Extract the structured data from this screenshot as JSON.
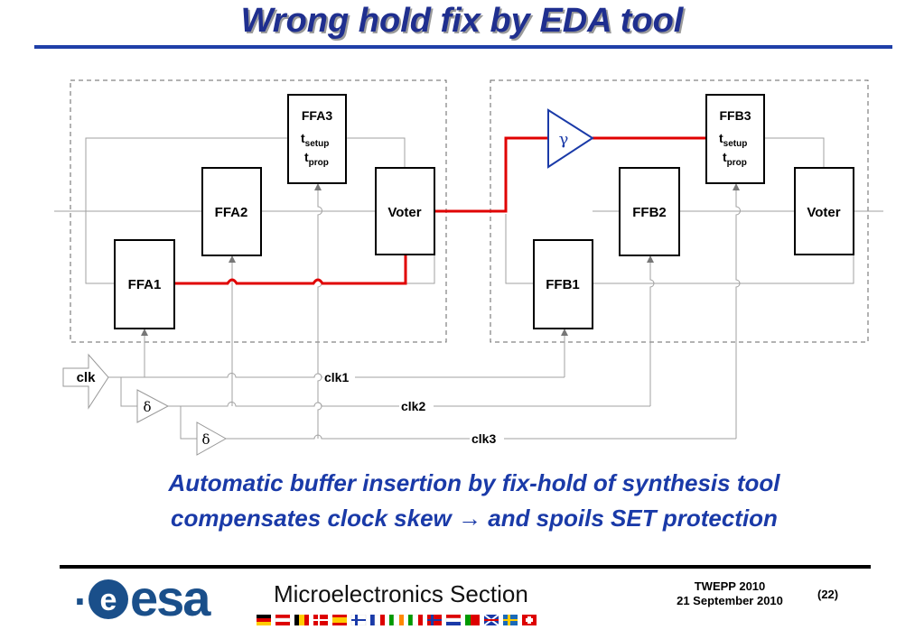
{
  "title": "Wrong hold fix by EDA tool",
  "blocks": {
    "ffa1": "FFA1",
    "ffa2": "FFA2",
    "ffa3": {
      "name": "FFA3",
      "t1": "t",
      "t1_sub": "setup",
      "t2": "t",
      "t2_sub": "prop"
    },
    "voter_a": "Voter",
    "ffb1": "FFB1",
    "ffb2": "FFB2",
    "ffb3": {
      "name": "FFB3",
      "t1": "t",
      "t1_sub": "setup",
      "t2": "t",
      "t2_sub": "prop"
    },
    "voter_b": "Voter"
  },
  "buffer_symbol": "γ",
  "delay_symbol": "δ",
  "clock": {
    "input": "clk",
    "clk1": "clk1",
    "clk2": "clk2",
    "clk3": "clk3"
  },
  "caption": {
    "line1": "Automatic buffer insertion by fix-hold of synthesis tool",
    "line2_a": "compensates clock skew",
    "arrow": "→",
    "line2_b": "and spoils SET protection"
  },
  "footer": {
    "logo_text": "esa",
    "section": "Microelectronics Section",
    "conference": "TWEPP 2010",
    "date": "21 September 2010",
    "page": "(22)"
  },
  "colors": {
    "title": "#1f2f8f",
    "caption": "#1a3aa8",
    "highlight": "#e00000",
    "buffer": "#1a3aa8"
  }
}
